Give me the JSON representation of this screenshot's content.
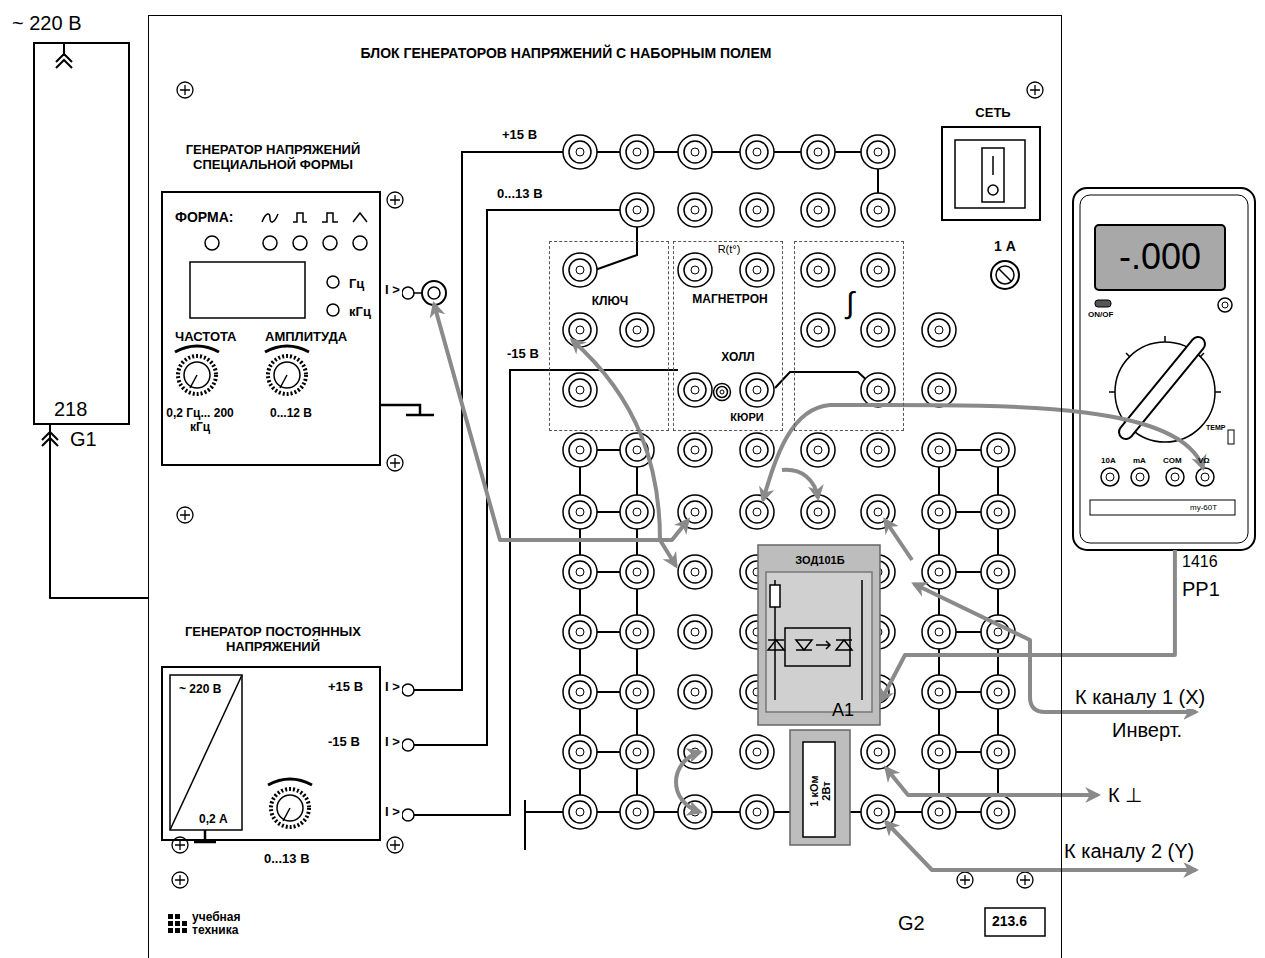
{
  "diagram": {
    "nodes": [
      {
        "text": [
          "218"
        ]
      },
      {
        "text": [
          "БЛОК ГЕНЕРАТОРОВ НАПРЯЖЕНИЙ С НАБОРНЫМ ПОЛЕМ"
        ]
      },
      {
        "text": [
          "ГЕНЕРАТОР НАПРЯЖЕНИЙ СПЕЦИАЛЬНОЙ ФОРМЫ",
          "ФОРМА:",
          "Гц",
          "кГц",
          "ЧАСТОТА",
          "АМПЛИТУДА",
          "0,2 Гц... 200 кГц",
          "0...12 В"
        ],
        "in": 1
      },
      {
        "text": [
          "СЕТЬ"
        ],
        "in": 1
      },
      {
        "text": [
          "КЛЮЧ"
        ],
        "in": 1
      },
      {
        "text": [
          "R(t°)",
          "МАГНЕТРОН",
          "ХОЛЛ",
          "КЮРИ"
        ],
        "in": 1
      },
      {
        "text": [
          "∫"
        ],
        "in": 1
      },
      {
        "text": [
          "-.000",
          "ON/OF",
          "10A",
          "mA",
          "COM",
          "VΩ",
          "TEMP",
          "my-60T"
        ]
      },
      {
        "text": [
          "ЗОД101Б"
        ],
        "in": 1
      },
      {
        "text": [
          "ГЕНЕРАТОР ПОСТОЯННЫХ НАПРЯЖЕНИЙ",
          "~ 220 В",
          "0,2 А"
        ],
        "in": 1
      },
      {
        "text": [
          "1 кОм 2Вт"
        ],
        "in": 1
      }
    ],
    "edges": [
      {
        "from": 0,
        "to": 1,
        "arrow": "none"
      },
      {
        "from": 7,
        "to": 8,
        "arrow": "to"
      }
    ],
    "labels": [
      "~ 220 В",
      "G1",
      "+15 В",
      "0...13 В",
      "-15 В",
      "I >",
      "+15 В",
      "I >",
      "-15 В",
      "I >",
      "I >",
      "0...13 В",
      "1 А",
      "1416",
      "PP1",
      "A1",
      "К каналу 1 (X)",
      "Инверт.",
      "К ⊥",
      "К каналу 2 (Y)",
      "учебная техника",
      "G2",
      "213.6"
    ]
  }
}
